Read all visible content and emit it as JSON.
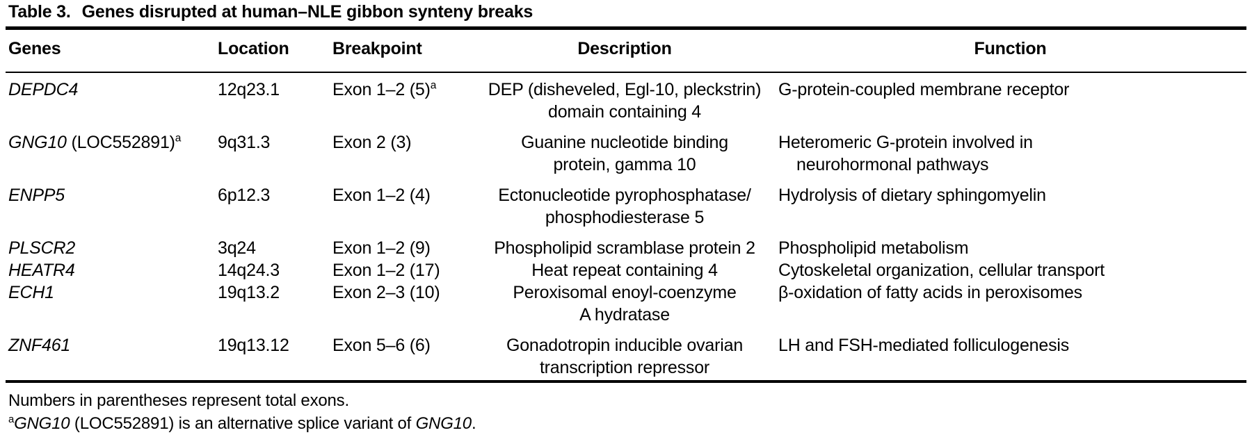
{
  "caption": {
    "label": "Table 3.",
    "title": "Genes disrupted at human–NLE gibbon synteny breaks"
  },
  "columns": {
    "genes": "Genes",
    "location": "Location",
    "breakpoint": "Breakpoint",
    "description": "Description",
    "function": "Function"
  },
  "rows": [
    {
      "gene_symbol": "DEPDC4",
      "gene_extra": "",
      "gene_footnote": "",
      "location": "12q23.1",
      "breakpoint": "Exon 1–2 (5)",
      "breakpoint_footnote": "a",
      "description_lines": [
        "DEP (disheveled, Egl-10, pleckstrin)",
        "domain containing 4"
      ],
      "function_lines": [
        "G-protein-coupled membrane receptor"
      ]
    },
    {
      "gene_symbol": "GNG10",
      "gene_extra": " (LOC552891)",
      "gene_footnote": "a",
      "location": "9q31.3",
      "breakpoint": "Exon 2 (3)",
      "breakpoint_footnote": "",
      "description_lines": [
        "Guanine nucleotide binding",
        "protein, gamma 10"
      ],
      "function_lines": [
        "Heteromeric G-protein involved in",
        "neurohormonal pathways"
      ]
    },
    {
      "gene_symbol": "ENPP5",
      "gene_extra": "",
      "gene_footnote": "",
      "location": "6p12.3",
      "breakpoint": "Exon 1–2 (4)",
      "breakpoint_footnote": "",
      "description_lines": [
        "Ectonucleotide pyrophosphatase/",
        "phosphodiesterase 5"
      ],
      "function_lines": [
        "Hydrolysis of dietary sphingomyelin"
      ]
    },
    {
      "gene_symbol": "PLSCR2",
      "gene_extra": "",
      "gene_footnote": "",
      "location": "3q24",
      "breakpoint": "Exon 1–2 (9)",
      "breakpoint_footnote": "",
      "description_lines": [
        "Phospholipid scramblase protein 2"
      ],
      "function_lines": [
        "Phospholipid metabolism"
      ]
    },
    {
      "gene_symbol": "HEATR4",
      "gene_extra": "",
      "gene_footnote": "",
      "location": "14q24.3",
      "breakpoint": "Exon 1–2 (17)",
      "breakpoint_footnote": "",
      "description_lines": [
        "Heat repeat containing 4"
      ],
      "function_lines": [
        "Cytoskeletal organization, cellular transport"
      ]
    },
    {
      "gene_symbol": "ECH1",
      "gene_extra": "",
      "gene_footnote": "",
      "location": "19q13.2",
      "breakpoint": "Exon 2–3 (10)",
      "breakpoint_footnote": "",
      "description_lines": [
        "Peroxisomal enoyl-coenzyme",
        "A hydratase"
      ],
      "function_lines": [
        "β-oxidation of fatty acids in peroxisomes"
      ]
    },
    {
      "gene_symbol": "ZNF461",
      "gene_extra": "",
      "gene_footnote": "",
      "location": "19q13.12",
      "breakpoint": "Exon 5–6 (6)",
      "breakpoint_footnote": "",
      "description_lines": [
        "Gonadotropin inducible ovarian",
        "transcription repressor"
      ],
      "function_lines": [
        "LH and FSH-mediated folliculogenesis"
      ]
    }
  ],
  "footnotes": [
    {
      "marker": "",
      "parts": [
        {
          "text": "Numbers in parentheses represent total exons.",
          "italic": false
        }
      ]
    },
    {
      "marker": "a",
      "parts": [
        {
          "text": "GNG10",
          "italic": true
        },
        {
          "text": " (LOC552891) is an alternative splice variant of ",
          "italic": false
        },
        {
          "text": "GNG10",
          "italic": true
        },
        {
          "text": ".",
          "italic": false
        }
      ]
    }
  ]
}
